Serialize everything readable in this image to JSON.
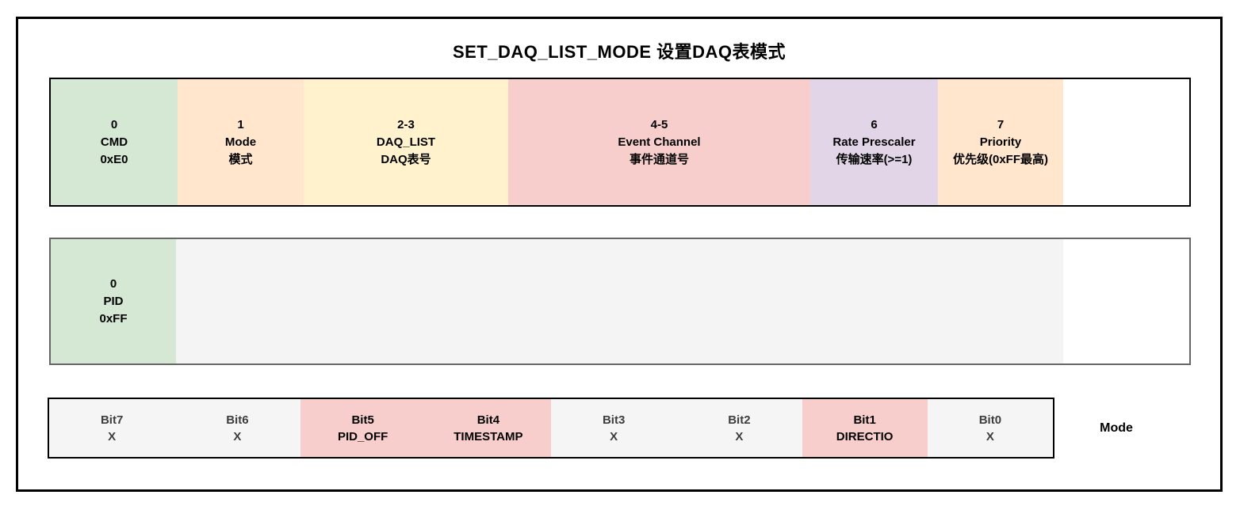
{
  "title": "SET_DAQ_LIST_MODE 设置DAQ表模式",
  "request_row": {
    "cells": [
      {
        "byte": "0",
        "name": "CMD",
        "desc": "0xE0"
      },
      {
        "byte": "1",
        "name": "Mode",
        "desc": "模式"
      },
      {
        "byte": "2-3",
        "name": "DAQ_LIST",
        "desc": "DAQ表号"
      },
      {
        "byte": "4-5",
        "name": "Event Channel",
        "desc": "事件通道号"
      },
      {
        "byte": "6",
        "name": "Rate Prescaler",
        "desc": "传输速率(>=1)"
      },
      {
        "byte": "7",
        "name": "Priority",
        "desc": "优先级(0xFF最高)"
      }
    ]
  },
  "response_row": {
    "cell": {
      "byte": "0",
      "name": "PID",
      "desc": "0xFF"
    }
  },
  "bit_row": {
    "label": "Mode",
    "cells": [
      {
        "bit": "Bit7",
        "value": "X",
        "highlighted": false
      },
      {
        "bit": "Bit6",
        "value": "X",
        "highlighted": false
      },
      {
        "bit": "Bit5",
        "value": "PID_OFF",
        "highlighted": true
      },
      {
        "bit": "Bit4",
        "value": "TIMESTAMP",
        "highlighted": true
      },
      {
        "bit": "Bit3",
        "value": "X",
        "highlighted": false
      },
      {
        "bit": "Bit2",
        "value": "X",
        "highlighted": false
      },
      {
        "bit": "Bit1",
        "value": "DIRECTIO",
        "highlighted": true
      },
      {
        "bit": "Bit0",
        "value": "X",
        "highlighted": false
      }
    ]
  },
  "colors": {
    "cmd_green": "#d5e8d4",
    "mode_orange": "#ffe6cc",
    "daq_yellow": "#fff2cc",
    "event_red": "#f8cecc",
    "rate_purple": "#e1d5e7",
    "priority_orange": "#ffe6cc",
    "fill_gray": "#f4f4f4",
    "bit_gray": "#f5f5f5",
    "bit_highlight_red": "#f8cecc",
    "border_black": "#000000",
    "border_gray": "#666666"
  }
}
